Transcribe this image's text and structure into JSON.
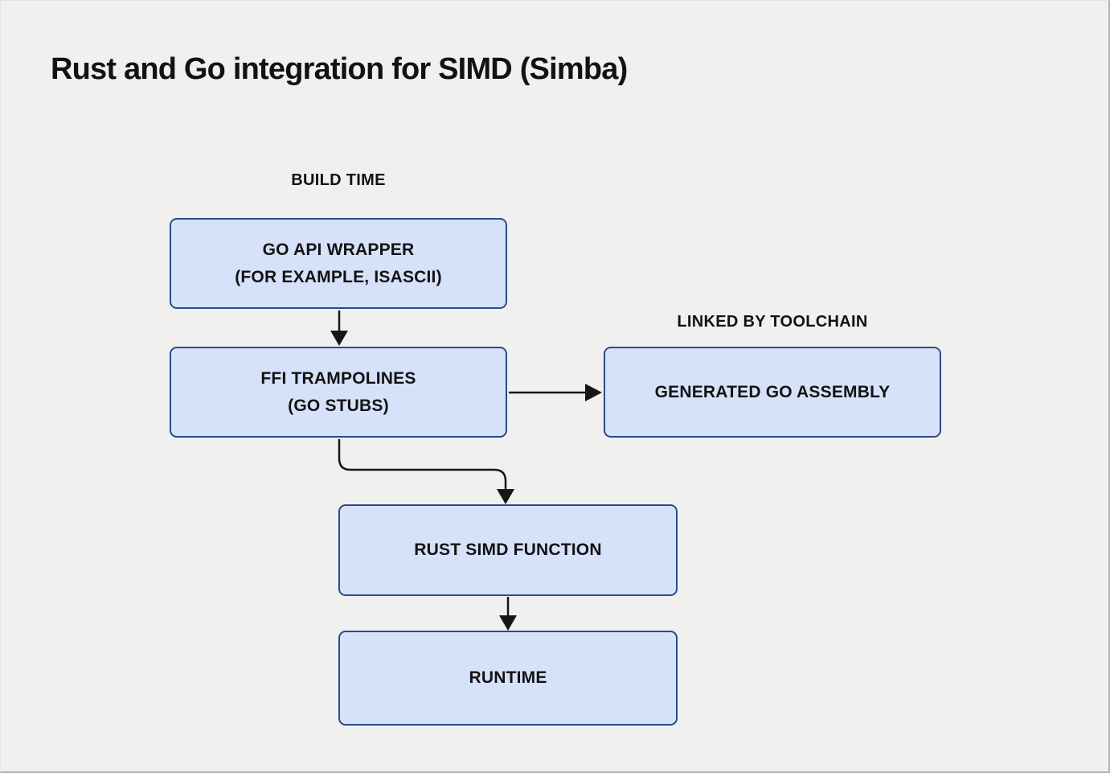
{
  "title": "Rust and Go integration for SIMD (Simba)",
  "colors": {
    "background": "#f0f0ee",
    "node_fill": "#d6e2fa",
    "node_border": "#2b4a8b",
    "text": "#121212",
    "arrow": "#161616",
    "edge": "#b2b2b6"
  },
  "diagram": {
    "phase_labels": {
      "build_time": "BUILD TIME",
      "linked_by_toolchain": "LINKED BY TOOLCHAIN"
    },
    "nodes": {
      "go_api_wrapper": {
        "line1": "GO API WRAPPER",
        "line2": "(FOR EXAMPLE, ISASCII)"
      },
      "ffi_trampolines": {
        "line1": "FFI TRAMPOLINES",
        "line2": "(GO STUBS)"
      },
      "generated_go_assembly": {
        "line1": "GENERATED GO ASSEMBLY"
      },
      "rust_simd_function": {
        "line1": "RUST SIMD FUNCTION"
      },
      "runtime": {
        "line1": "RUNTIME"
      }
    },
    "connections": [
      {
        "from": "go_api_wrapper",
        "to": "ffi_trampolines"
      },
      {
        "from": "ffi_trampolines",
        "to": "generated_go_assembly"
      },
      {
        "from": "ffi_trampolines",
        "to": "rust_simd_function"
      },
      {
        "from": "rust_simd_function",
        "to": "runtime"
      }
    ]
  }
}
